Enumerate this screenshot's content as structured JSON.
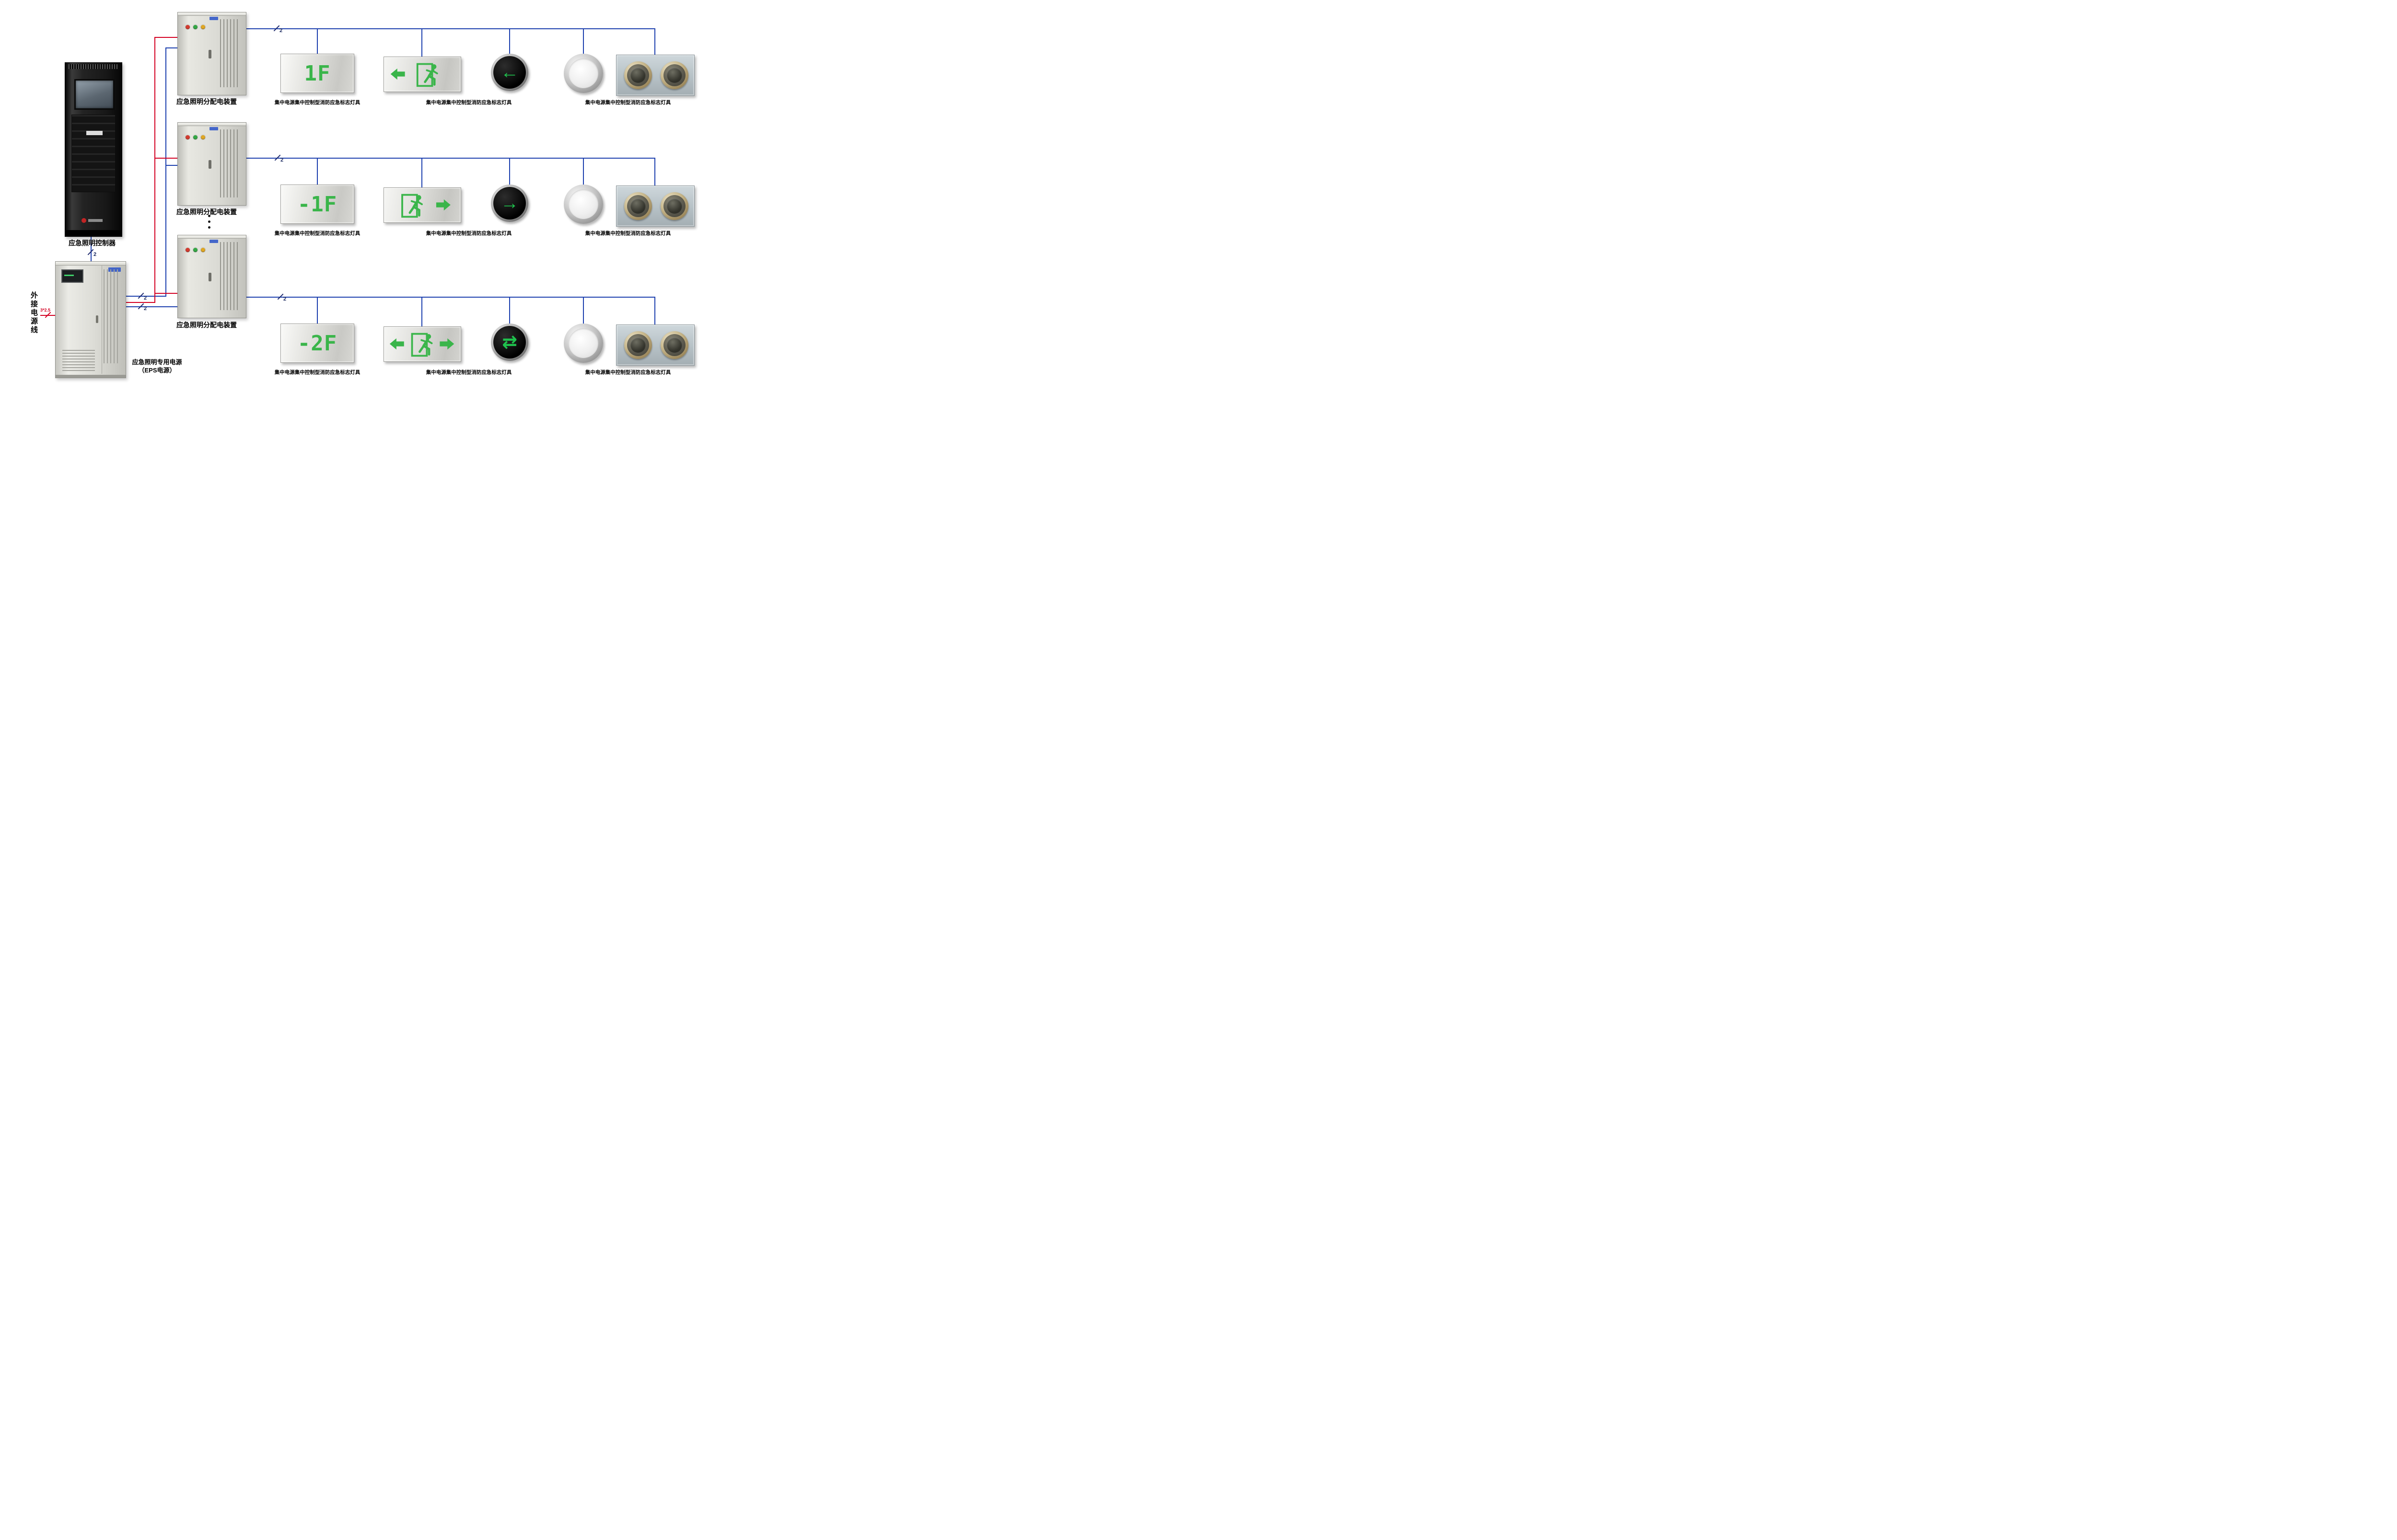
{
  "page": {
    "background": "#ffffff"
  },
  "colors": {
    "wire_blue": "#1c3fae",
    "wire_red": "#d40022",
    "sign_green": "#3ab54a",
    "circle_green": "#1fc24d"
  },
  "labels": {
    "controller": "应急照明控制器",
    "eps_line1": "应急照明专用电源",
    "eps_line2": "（EPS电源）",
    "external_power": "外接电源线",
    "wire_spec": "3*2.5",
    "distribution_box": "应急照明分配电装置",
    "device_caption": "集中电源集中控制型消防应急标志灯具",
    "wire_count": "2"
  },
  "rows": [
    {
      "floor_label": "1F",
      "exit_pictogram": "arrow-left-runman",
      "round_arrow_glyph": "←"
    },
    {
      "floor_label": "-1F",
      "exit_pictogram": "runman-arrow-right",
      "round_arrow_glyph": "→"
    },
    {
      "floor_label": "-2F",
      "exit_pictogram": "arrow-left-runman-arrow-right",
      "round_arrow_glyph": "⇄"
    }
  ]
}
